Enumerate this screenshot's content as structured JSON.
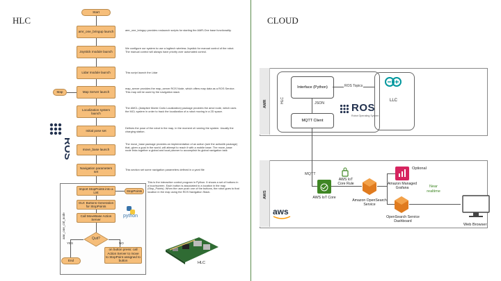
{
  "left": {
    "heading": "HLC",
    "flowchart": {
      "start": "Start",
      "nodes": [
        {
          "label": "amr_one_bringup launch",
          "desc": "amr_one_bringup provides roslaunch scripts for starting the AMR-One base functionality."
        },
        {
          "label": "Joystick module launch",
          "desc": "We configure our system to use a logitech wireless Joystick for manual control of the robot. The manual control will always have priority over automated control."
        },
        {
          "label": "Lidar module launch",
          "desc": "This script launch the Lidar"
        },
        {
          "label": "Map Server launch",
          "desc": "map_server provides the map_server ROS Node, which offers map data as a ROS Service. This map will be used by the navigation stack"
        },
        {
          "label": "Localization system launch",
          "desc": "The AMCL (Adaptive Monte Carlo Localization) package provides the amcl node, which uses the MCL system in order to track the localization of a robot moving in a 2D space."
        },
        {
          "label": "Initial pose set",
          "desc": "Defines the pose of the robot in the map, in the moment of running the system. Usually the charging station."
        },
        {
          "label": "move_base launch",
          "desc": "The move_base package provides an implementation of an action (see the actionlib package) that, given a goal in the world, will attempt to reach it with a mobile base. The move_base node links together a global and local planner to accomplish its global navigation task"
        },
        {
          "label": "Navigation parameters set",
          "desc": "This section set some navigation parameters defined in a yaml file"
        }
      ],
      "map_label": "Map",
      "ros_logo": "ROS",
      "group_label": "amr_one_ctrl_node",
      "group_desc": "This is the interactive control program in Python. It shows a set of buttons in a touchscreen. Each button is associated to a location in the map (Stop_Points). When the user push one of the buttons, the robot goes to that location in the map using the ROS Navigation Stack.",
      "group_nodes": [
        "Import StopPoints into a List",
        "GUI: Buttons Generation for StopPoints",
        "Call MoveBase Action Server"
      ],
      "stoppoints": "StopPoints",
      "python_logo": "python",
      "decision": "Quit?",
      "yes": "YES",
      "no": "NO",
      "on_press": "on button press: call Action Server to move to StopPoint assigned to button",
      "end": "End",
      "board_label": "HLC"
    }
  },
  "right": {
    "heading": "CLOUD",
    "amr": {
      "side_label": "AMR",
      "hlc_label": "HLC",
      "interface": "Interface (Python)",
      "json": "JSON",
      "mqtt_client": "MQTT Client",
      "ros_topics": "ROS Topics",
      "ros_logo": "ROS",
      "ros_sub": "Robot Operating System",
      "llc": "LLC"
    },
    "aws": {
      "side_label": "AWS",
      "mqtt": "MQTT",
      "iot_core": "AWS IoT Core",
      "iot_rule": "AWS IoT Core Rule",
      "opensearch": "Amazon OpenSearch Service",
      "optional": "Optional",
      "grafana": "Amazon Managed Grafana",
      "dashboard": "OpenSearch Service Dashboard",
      "near_realtime": "Near realtime",
      "browser": "Web Browser",
      "aws_logo": "aws"
    },
    "colors": {
      "iot_green": "#3f8624",
      "analytics_orange": "#e07b1f",
      "grafana_pink": "#d6245f",
      "arduino_teal": "#00979d"
    }
  }
}
